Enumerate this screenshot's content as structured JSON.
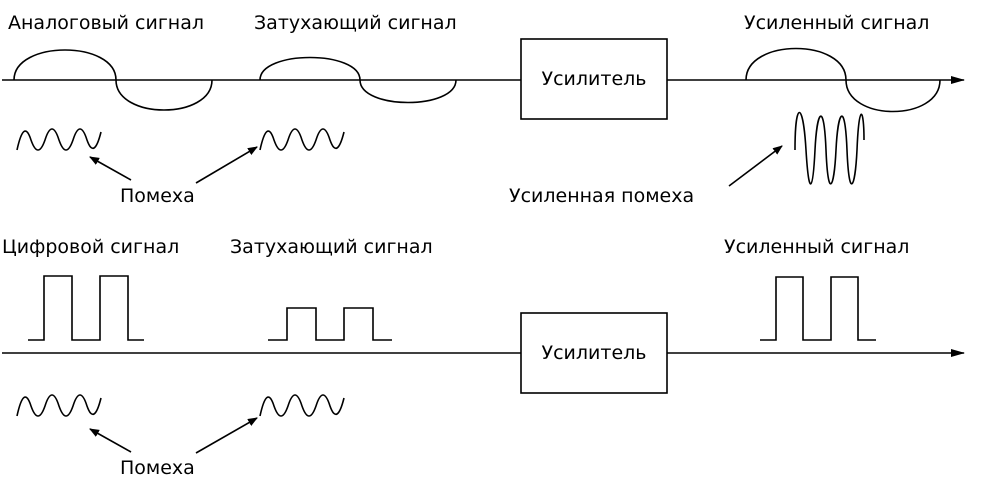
{
  "analog": {
    "input_label": "Аналоговый сигнал",
    "attenuated_label": "Затухающий сигнал",
    "amplifier_label": "Усилитель",
    "amplified_label": "Усиленный сигнал",
    "noise_label": "Помеха",
    "amplified_noise_label": "Усиленная помеха"
  },
  "digital": {
    "input_label": "Цифровой сигнал",
    "attenuated_label": "Затухающий сигнал",
    "amplifier_label": "Усилитель",
    "amplified_label": "Усиленный сигнал",
    "noise_label": "Помеха"
  }
}
